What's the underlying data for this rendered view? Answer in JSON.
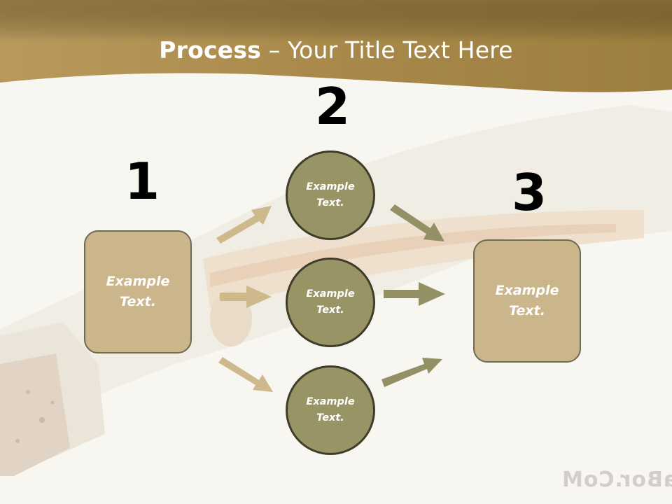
{
  "title": {
    "bold": "Process",
    "rest": " – Your Title Text Here"
  },
  "steps": {
    "one": "1",
    "two": "2",
    "three": "3"
  },
  "boxes": {
    "left": {
      "line1": "Example",
      "line2": "Text."
    },
    "right": {
      "line1": "Example",
      "line2": "Text."
    }
  },
  "circles": [
    {
      "line1": "Example",
      "line2": "Text."
    },
    {
      "line1": "Example",
      "line2": "Text."
    },
    {
      "line1": "Example",
      "line2": "Text."
    }
  ],
  "watermark": "aBor.CoM",
  "colors": {
    "banner": "#a8894a",
    "box_fill": "#cbb68c",
    "circle_fill": "#989466",
    "arrow_left": "#cdb98c",
    "arrow_right": "#949065"
  }
}
